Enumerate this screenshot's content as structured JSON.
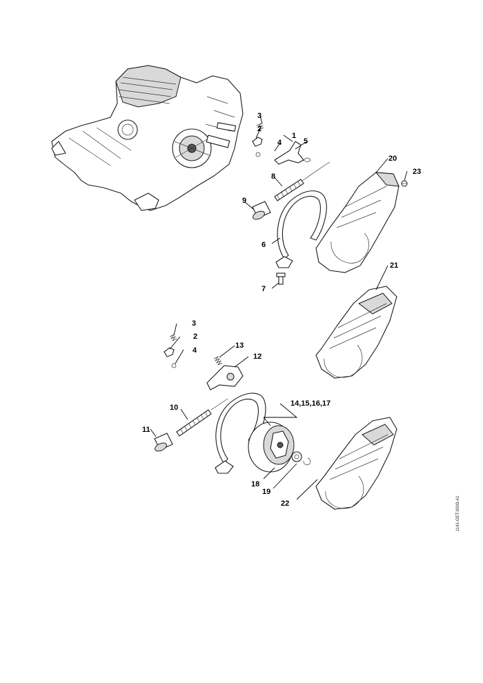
{
  "callouts": {
    "c1": "1",
    "c2a": "2",
    "c3a": "3",
    "c4a": "4",
    "c5": "5",
    "c6": "6",
    "c7": "7",
    "c8": "8",
    "c9": "9",
    "c20": "20",
    "c23": "23",
    "c21": "21",
    "c3b": "3",
    "c2b": "2",
    "c4b": "4",
    "c13": "13",
    "c12": "12",
    "c10": "10",
    "c11": "11",
    "c14": "14,15,16,17",
    "c18": "18",
    "c19": "19",
    "c22": "22"
  },
  "drawing_code": "1141-GET-0003-A1",
  "colors": {
    "line": "#000000",
    "shade": "#d9d9d9",
    "background": "#ffffff"
  },
  "icons": [
    "engine-assembly-icon",
    "spring-icon",
    "brake-band-icon",
    "chain-sprocket-cover-icon",
    "clutch-drum-icon"
  ]
}
